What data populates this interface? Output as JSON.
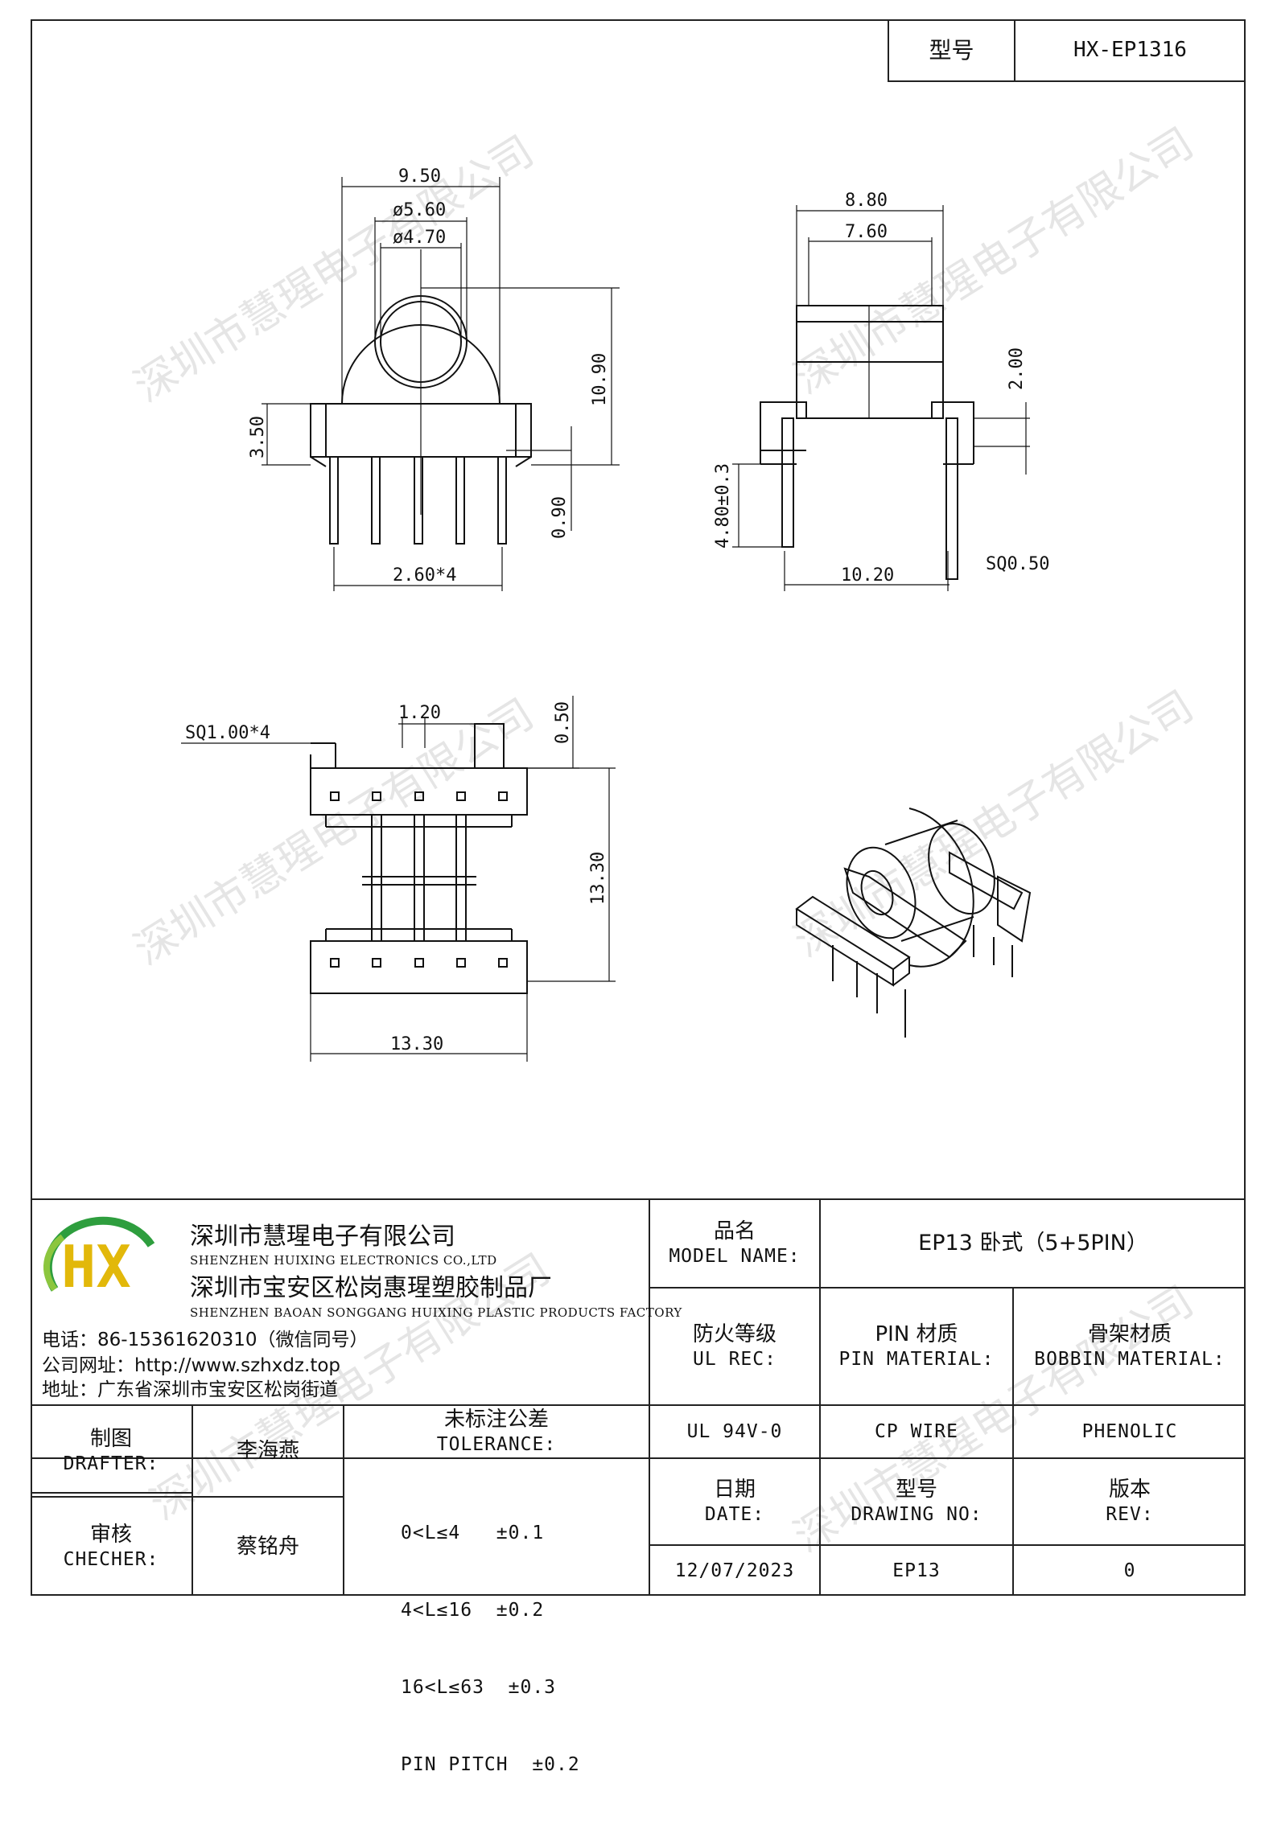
{
  "title_block": {
    "label": "型号",
    "value": "HX-EP1316"
  },
  "dimensions": {
    "front": {
      "width": "9.50",
      "outer_dia": "ø5.60",
      "inner_dia": "ø4.70",
      "total_height": "10.90",
      "base_height": "3.50",
      "pin_offset": "0.90",
      "pitch": "2.60*4"
    },
    "side": {
      "top_outer": "8.80",
      "top_inner": "7.60",
      "flange": "2.00",
      "pin_len": "4.80±0.3",
      "span": "10.20",
      "pin_sq": "SQ0.50"
    },
    "top": {
      "pin_sq": "SQ1.00*4",
      "tab": "1.20",
      "tab_h": "0.50",
      "length": "13.30",
      "width": "13.30"
    }
  },
  "watermark": "深圳市慧瑆电子有限公司",
  "company": {
    "logo_text": "HX",
    "name_cn": "深圳市慧瑆电子有限公司",
    "name_en": "SHENZHEN HUIXING ELECTRONICS CO.,LTD",
    "factory_cn": "深圳市宝安区松岗惠瑆塑胶制品厂",
    "factory_en": "SHENZHEN BAOAN SONGGANG HUIXING PLASTIC PRODUCTS FACTORY",
    "phone": "电话：86-15361620310（微信同号）",
    "website": "公司网址：http://www.szhxdz.top",
    "address": "地址：广东省深圳市宝安区松岗街道"
  },
  "table": {
    "model_name_cn": "品名",
    "model_name_en": "MODEL NAME:",
    "model_name_value": "EP13 卧式（5+5PIN）",
    "ul_cn": "防火等级",
    "ul_en": "UL REC:",
    "pin_cn": "PIN 材质",
    "pin_en": "PIN MATERIAL:",
    "bobbin_cn": "骨架材质",
    "bobbin_en": "BOBBIN MATERIAL:",
    "ul_value": "UL 94V-0",
    "pin_value": "CP WIRE",
    "bobbin_value": "PHENOLIC",
    "drafter_cn": "制图",
    "drafter_en": "DRAFTER:",
    "drafter_name": "李海燕",
    "checker_cn": "审核",
    "checker_en": "CHECHER:",
    "checker_name": "蔡铭舟",
    "tol_cn": "未标注公差",
    "tol_en": "TOLERANCE:",
    "tolerances": [
      "0<L≤4   ±0.1",
      "4<L≤16  ±0.2",
      "16<L≤63  ±0.3",
      "PIN PITCH  ±0.2"
    ],
    "date_cn": "日期",
    "date_en": "DATE:",
    "date_value": "12/07/2023",
    "drawing_cn": "型号",
    "drawing_en": "DRAWING NO:",
    "drawing_value": "EP13",
    "rev_cn": "版本",
    "rev_en": "REV:",
    "rev_value": "0"
  }
}
